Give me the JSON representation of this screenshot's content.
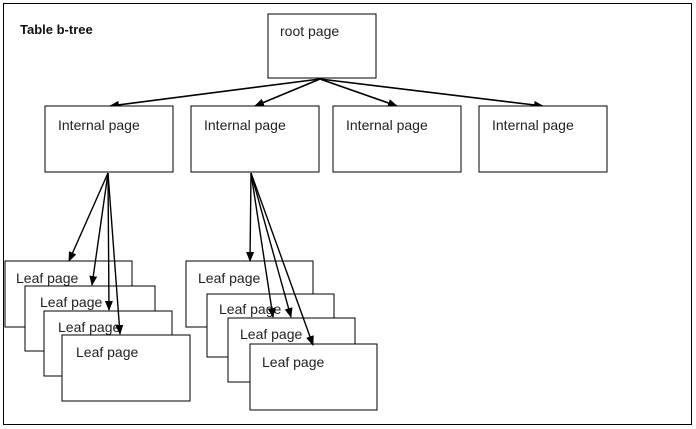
{
  "diagram": {
    "title": "Table b-tree",
    "root": {
      "label": "root page"
    },
    "internal_pages": [
      {
        "label": "Internal page"
      },
      {
        "label": "Internal page"
      },
      {
        "label": "Internal page"
      },
      {
        "label": "Internal page"
      }
    ],
    "leaf_stacks": [
      {
        "parent_index": 0,
        "leaves": [
          {
            "label": "Leaf page"
          },
          {
            "label": "Leaf page"
          },
          {
            "label": "Leaf page"
          },
          {
            "label": "Leaf page"
          }
        ]
      },
      {
        "parent_index": 1,
        "leaves": [
          {
            "label": "Leaf page"
          },
          {
            "label": "Leaf page"
          },
          {
            "label": "Leaf page"
          },
          {
            "label": "Leaf page"
          }
        ]
      }
    ],
    "colors": {
      "stroke": "#000000",
      "fill": "#ffffff",
      "text": "#222222"
    }
  }
}
